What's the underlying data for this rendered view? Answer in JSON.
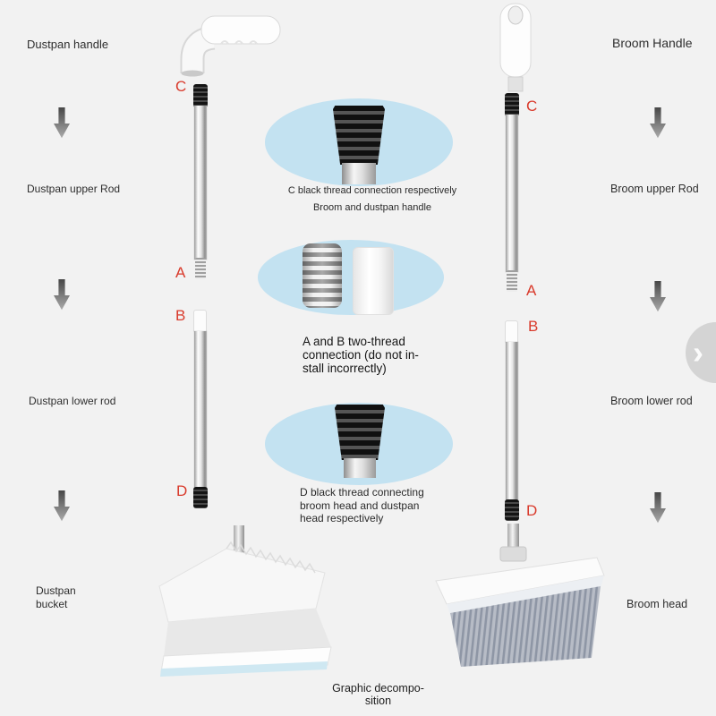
{
  "theme": {
    "background": "#f2f2f2",
    "accent_red": "#d93a2b",
    "ellipse_blue": "#c3e2f1"
  },
  "left_column": {
    "handle_label": "Dustpan handle",
    "upper_rod_label": "Dustpan upper Rod",
    "lower_rod_label": "Dustpan lower rod",
    "bucket_label_lines": [
      "Dustpan",
      "bucket"
    ]
  },
  "right_column": {
    "handle_label": "Broom Handle",
    "upper_rod_label": "Broom upper Rod",
    "lower_rod_label": "Broom lower rod",
    "head_label": "Broom head"
  },
  "markers": {
    "dustpan": {
      "c": "C",
      "a": "A",
      "b": "B",
      "d": "D"
    },
    "broom": {
      "c": "C",
      "a": "A",
      "b": "B",
      "d": "D"
    }
  },
  "callouts": {
    "c": {
      "lines": [
        "C black thread connection respectively",
        "Broom and dustpan handle"
      ]
    },
    "ab": {
      "lines": [
        "A and B two-thread",
        "connection (do not in-",
        "stall incorrectly)"
      ]
    },
    "d": {
      "lines": [
        "D black thread connecting",
        "broom head and dustpan",
        "head respectively"
      ]
    }
  },
  "footer": {
    "lines": [
      "Graphic decompo-",
      "sition"
    ]
  },
  "carousel": {
    "next_label": "›"
  }
}
